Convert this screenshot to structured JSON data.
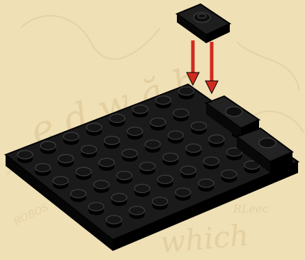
{
  "instruction_step": {
    "background": {
      "color": "#efe0b6",
      "texture_color": "#e4cfa0",
      "script_letters": [
        "e",
        "d",
        "w",
        "ă",
        "h"
      ],
      "faint_text": [
        "which",
        "RLeec",
        "ROBOS"
      ]
    },
    "baseplate": {
      "type": "black 6x8 plate",
      "rows": 6,
      "columns": 8,
      "color": "#0d0d0d"
    },
    "new_piece": {
      "type": "black 1x2 tile",
      "studs": 1,
      "color": "#0d0d0d"
    },
    "placed_pieces": {
      "type": "1x2 tile",
      "count": 2
    },
    "arrows": {
      "count": 2,
      "direction": "down",
      "color": "#d12a1f"
    }
  }
}
